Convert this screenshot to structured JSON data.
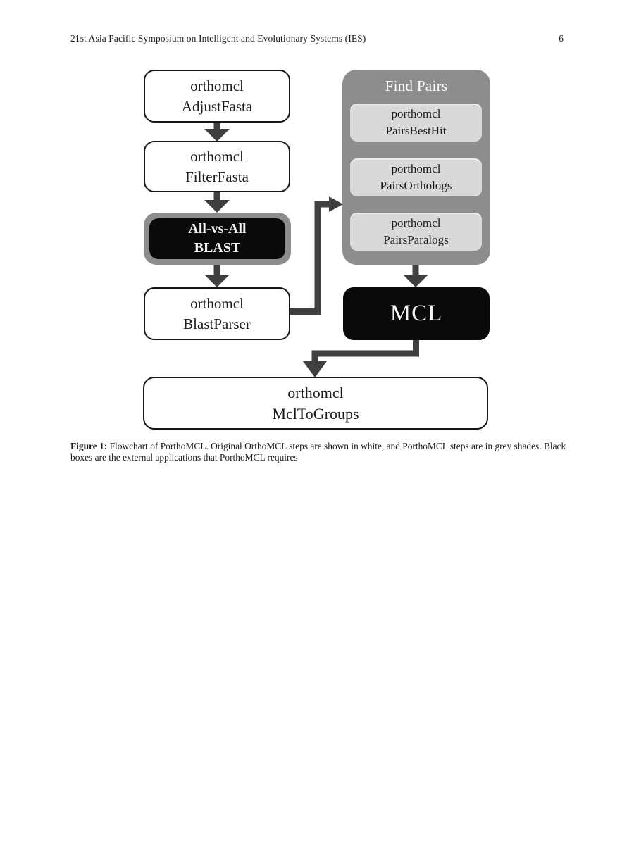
{
  "header": {
    "title": "21st Asia Pacific Symposium on Intelligent and Evolutionary Systems (IES)",
    "page_number": "6"
  },
  "figure": {
    "caption_label": "Figure 1:",
    "caption_text": "Flowchart of PorthoMCL. Original OrthoMCL steps are shown in white, and PorthoMCL steps are in grey shades. Black boxes are the external applications that PorthoMCL requires",
    "colors": {
      "white_step_bg": "#ffffff",
      "grey_container": "#8d8d8d",
      "light_step_bg": "#d9d9d9",
      "black_box": "#0a0a0a",
      "arrow": "#3f3f3f",
      "box_border": "#161616"
    },
    "nodes": {
      "adjust_fasta": {
        "line1": "orthomcl",
        "line2": "AdjustFasta"
      },
      "filter_fasta": {
        "line1": "orthomcl",
        "line2": "FilterFasta"
      },
      "blast": {
        "line1": "All-vs-All",
        "line2": "BLAST"
      },
      "blast_parser": {
        "line1": "orthomcl",
        "line2": "BlastParser"
      },
      "find_pairs": {
        "title": "Find Pairs",
        "pairs_best_hit": {
          "line1": "porthomcl",
          "line2": "PairsBestHit"
        },
        "pairs_orthologs": {
          "line1": "porthomcl",
          "line2": "PairsOrthologs"
        },
        "pairs_paralogs": {
          "line1": "porthomcl",
          "line2": "PairsParalogs"
        }
      },
      "mcl": {
        "label": "MCL"
      },
      "mcl_to_groups": {
        "line1": "orthomcl",
        "line2": "MclToGroups"
      }
    }
  }
}
